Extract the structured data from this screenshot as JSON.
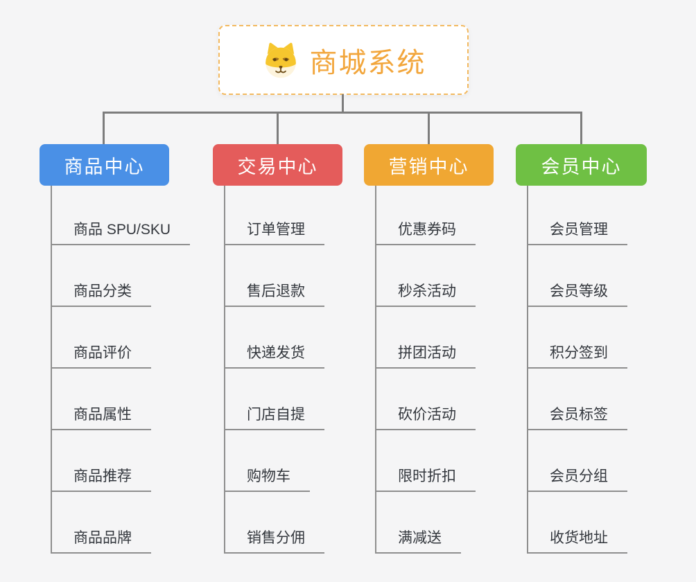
{
  "root": {
    "title": "商城系统",
    "icon": "dog-face-icon"
  },
  "colors": {
    "product_center": "#4a90e6",
    "trade_center": "#e45c5b",
    "marketing_center": "#f0a733",
    "member_center": "#6fc044",
    "root_accent": "#f2a63c",
    "connector": "#7d7d7d",
    "item_line": "#8e8e8e",
    "background": "#f5f5f6"
  },
  "branches": [
    {
      "label": "商品中心",
      "color": "#4a90e6",
      "items": [
        "商品 SPU/SKU",
        "商品分类",
        "商品评价",
        "商品属性",
        "商品推荐",
        "商品品牌"
      ]
    },
    {
      "label": "交易中心",
      "color": "#e45c5b",
      "items": [
        "订单管理",
        "售后退款",
        "快递发货",
        "门店自提",
        "购物车",
        "销售分佣"
      ]
    },
    {
      "label": "营销中心",
      "color": "#f0a733",
      "items": [
        "优惠券码",
        "秒杀活动",
        "拼团活动",
        "砍价活动",
        "限时折扣",
        "满减送"
      ]
    },
    {
      "label": "会员中心",
      "color": "#6fc044",
      "items": [
        "会员管理",
        "会员等级",
        "积分签到",
        "会员标签",
        "会员分组",
        "收货地址"
      ]
    }
  ]
}
